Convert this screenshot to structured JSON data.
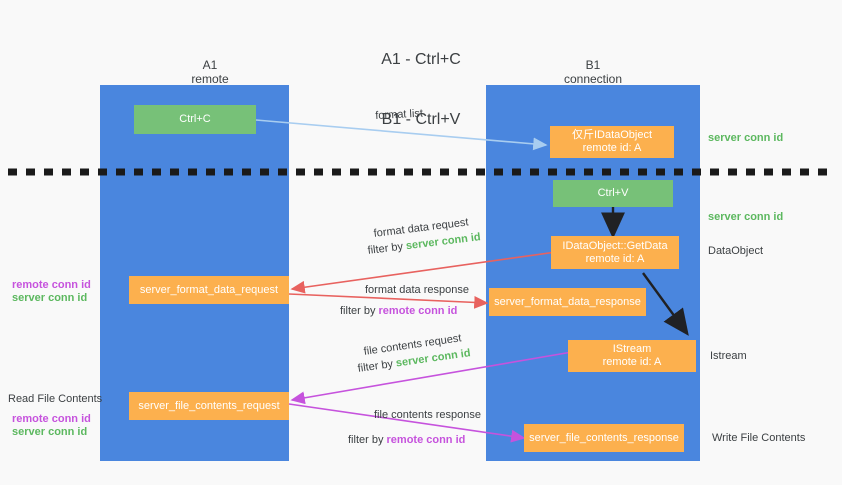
{
  "title": {
    "line1": "A1 - Ctrl+C",
    "line2": "B1 - Ctrl+V"
  },
  "columns": [
    {
      "name": "A1",
      "sub": "remote"
    },
    {
      "name": "B1",
      "sub": "connection"
    }
  ],
  "colors": {
    "lane": "#4a86de",
    "green_box": "#77c178",
    "orange_box": "#fcb04e",
    "server_conn_id": "#5cb85f",
    "remote_conn_id": "#c653dd",
    "format_list_arrow": "#a8cdf0",
    "format_data_arrow": "#e8625f",
    "file_contents_arrow": "#c653dd",
    "divider": "#1a1a1a",
    "background": "#f9f9f9"
  },
  "boxes": {
    "ctrl_c": "Ctrl+C",
    "ctrl_v": "Ctrl+V",
    "idataobject_l1": "仅斤IDataObject",
    "idataobject_l2": "remote id: A",
    "getdata_l1": "IDataObject::GetData",
    "getdata_l2": "remote id: A",
    "istream_l1": "IStream",
    "istream_l2": "remote id: A",
    "server_format_data_request": "server_format_data_request",
    "server_format_data_response": "server_format_data_response",
    "server_file_contents_request": "server_file_contents_request",
    "server_file_contents_response": "server_file_contents_response"
  },
  "arrow_labels": {
    "format_list": "format list",
    "format_data_request": "format data request",
    "format_data_request_filter_prefix": "filter by ",
    "format_data_request_filter_value": "server conn id",
    "format_data_response": "format data response",
    "format_data_response_filter_prefix": "filter by ",
    "format_data_response_filter_value": "remote conn id",
    "file_contents_request": "file contents request",
    "file_contents_request_filter_prefix": "filter by ",
    "file_contents_request_filter_value": "server conn id",
    "file_contents_response": "file contents response",
    "file_contents_response_filter_prefix": "filter by ",
    "file_contents_response_filter_value": "remote conn id"
  },
  "right_annotations": {
    "server_conn_id_top": "server conn id",
    "server_conn_id_second": "server conn id",
    "dataobject": "DataObject",
    "istream": "Istream",
    "write_file_contents": "Write File Contents"
  },
  "left_annotations": {
    "group1_remote": "remote conn id",
    "group1_server": "server conn id",
    "read_file_contents": "Read File Contents",
    "group2_remote": "remote conn id",
    "group2_server": "server conn id"
  }
}
